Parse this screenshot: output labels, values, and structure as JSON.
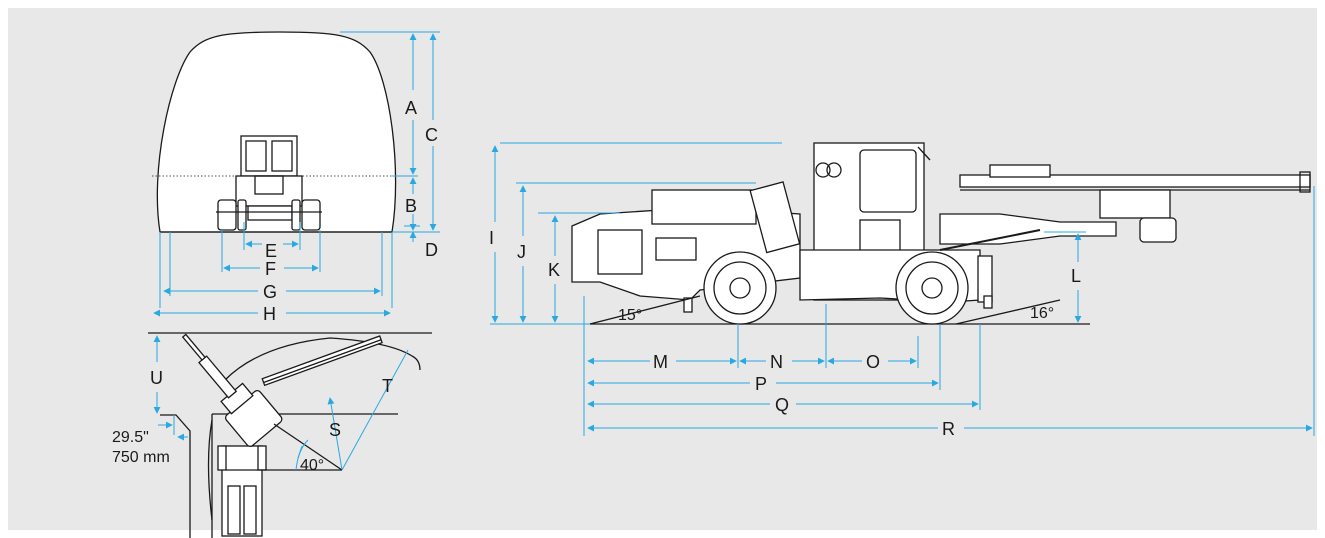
{
  "labels": {
    "A": "A",
    "B": "B",
    "C": "C",
    "D": "D",
    "E": "E",
    "F": "F",
    "G": "G",
    "H": "H",
    "I": "I",
    "J": "J",
    "K": "K",
    "L": "L",
    "M": "M",
    "N": "N",
    "O": "O",
    "P": "P",
    "Q": "Q",
    "R": "R",
    "S": "S",
    "T": "T",
    "U": "U"
  },
  "angles": {
    "front_approach": "15°",
    "rear_departure": "16°",
    "boom_swing": "40°"
  },
  "offset": {
    "imperial": "29.5\"",
    "metric": "750 mm"
  },
  "colors": {
    "panel": "#e8e8e8",
    "dimension_line": "#29a9e0",
    "ink": "#1a1a1a"
  }
}
